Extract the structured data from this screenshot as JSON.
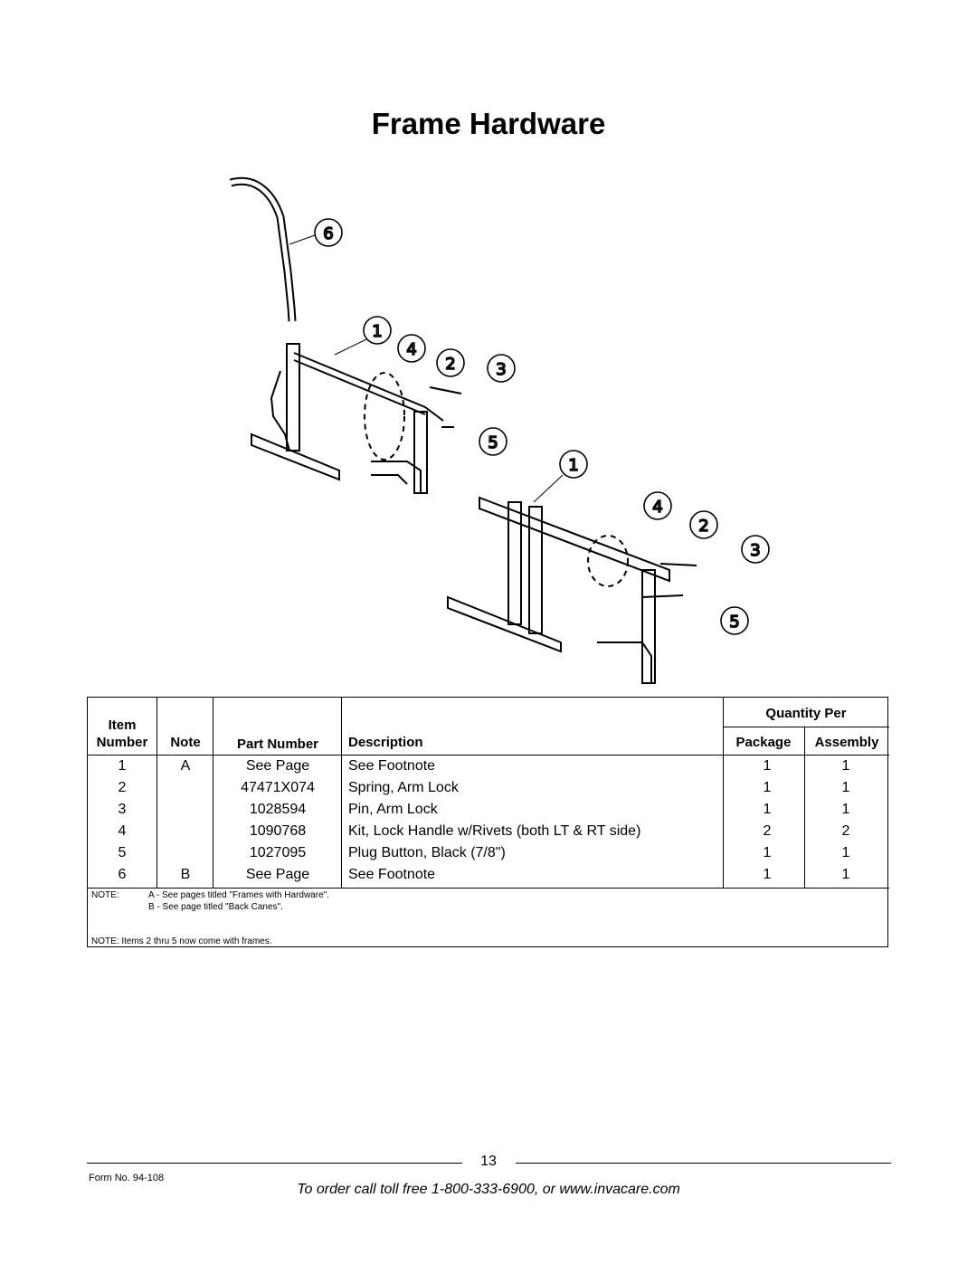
{
  "page": {
    "title": "Frame Hardware",
    "page_number": "13",
    "form_number": "Form No.  94-108",
    "order_line": "To order call toll free 1-800-333-6900, or www.invacare.com"
  },
  "diagram": {
    "callouts": [
      "6",
      "1",
      "4",
      "2",
      "3",
      "5",
      "1",
      "4",
      "2",
      "3",
      "5"
    ]
  },
  "table": {
    "headers": {
      "item_top": "Item",
      "item_bottom": "Number",
      "note": "Note",
      "part_number": "Part Number",
      "description": "Description",
      "quantity_per": "Quantity Per",
      "package": "Package",
      "assembly": "Assembly"
    },
    "rows": [
      {
        "item": "1",
        "note": "A",
        "part_number": "See Page",
        "description": "See Footnote",
        "package": "1",
        "assembly": "1"
      },
      {
        "item": "2",
        "note": "",
        "part_number": "47471X074",
        "description": "Spring, Arm Lock",
        "package": "1",
        "assembly": "1"
      },
      {
        "item": "3",
        "note": "",
        "part_number": "1028594",
        "description": "Pin, Arm Lock",
        "package": "1",
        "assembly": "1"
      },
      {
        "item": "4",
        "note": "",
        "part_number": "1090768",
        "description": "Kit, Lock Handle w/Rivets (both LT & RT side)",
        "package": "2",
        "assembly": "2"
      },
      {
        "item": "5",
        "note": "",
        "part_number": "1027095",
        "description": "Plug Button, Black (7/8\")",
        "package": "1",
        "assembly": "1"
      },
      {
        "item": "6",
        "note": "B",
        "part_number": "See Page",
        "description": "See Footnote",
        "package": "1",
        "assembly": "1"
      }
    ],
    "notes": {
      "label": "NOTE:",
      "a": "A - See pages titled \"Frames with Hardware\".",
      "b": "B - See page titled \"Back Canes\".",
      "footnote": "NOTE: Items 2 thru 5 now come with frames."
    }
  }
}
